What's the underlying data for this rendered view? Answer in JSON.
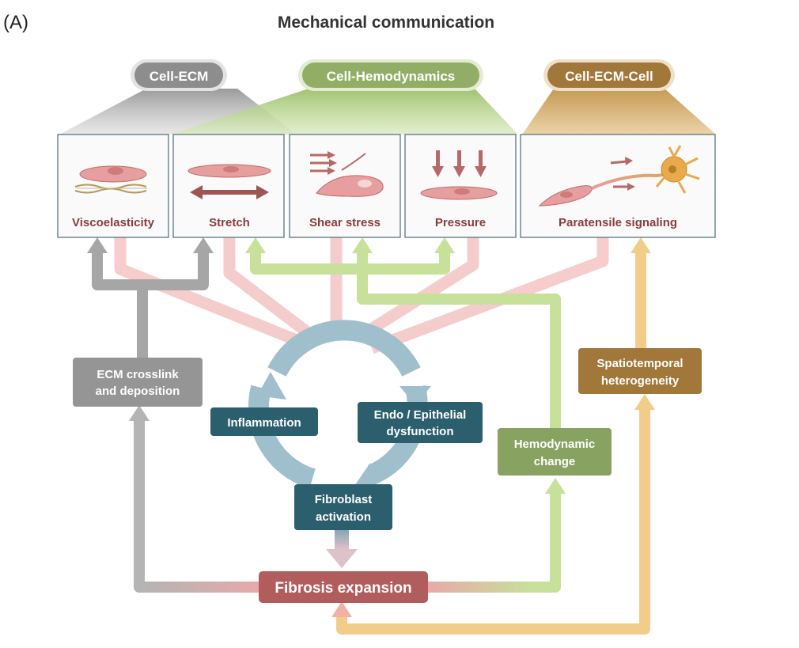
{
  "panel_letter": "(A)",
  "title": "Mechanical communication",
  "categories": {
    "cell_ecm": "Cell-ECM",
    "cell_hemodynamics": "Cell-Hemodynamics",
    "cell_ecm_cell": "Cell-ECM-Cell"
  },
  "panels": {
    "viscoelasticity": "Viscoelasticity",
    "stretch": "Stretch",
    "shear_stress": "Shear stress",
    "pressure": "Pressure",
    "paratensile": "Paratensile signaling"
  },
  "boxes": {
    "ecm_line1": "ECM crosslink",
    "ecm_line2": "and deposition",
    "inflammation": "Inflammation",
    "endo_line1": "Endo / Epithelial",
    "endo_line2": "dysfunction",
    "fibro_line1": "Fibroblast",
    "fibro_line2": "activation",
    "fibrosis": "Fibrosis expansion",
    "hemo_line1": "Hemodynamic",
    "hemo_line2": "change",
    "spatio_line1": "Spatiotemporal",
    "spatio_line2": "heterogeneity"
  },
  "colors": {
    "gray": "#9e9e9e",
    "green": "#bcd98f",
    "orange": "#f2cd8a",
    "pink": "#f5c7c7",
    "blue": "#9fbfcc",
    "dark_teal": "#2c5f6e",
    "green_box": "#87a261",
    "brown_box": "#a2773a",
    "fibrosis_box": "#b25d5d",
    "cell": "#e79e9e",
    "label": "#8a3c3c"
  }
}
